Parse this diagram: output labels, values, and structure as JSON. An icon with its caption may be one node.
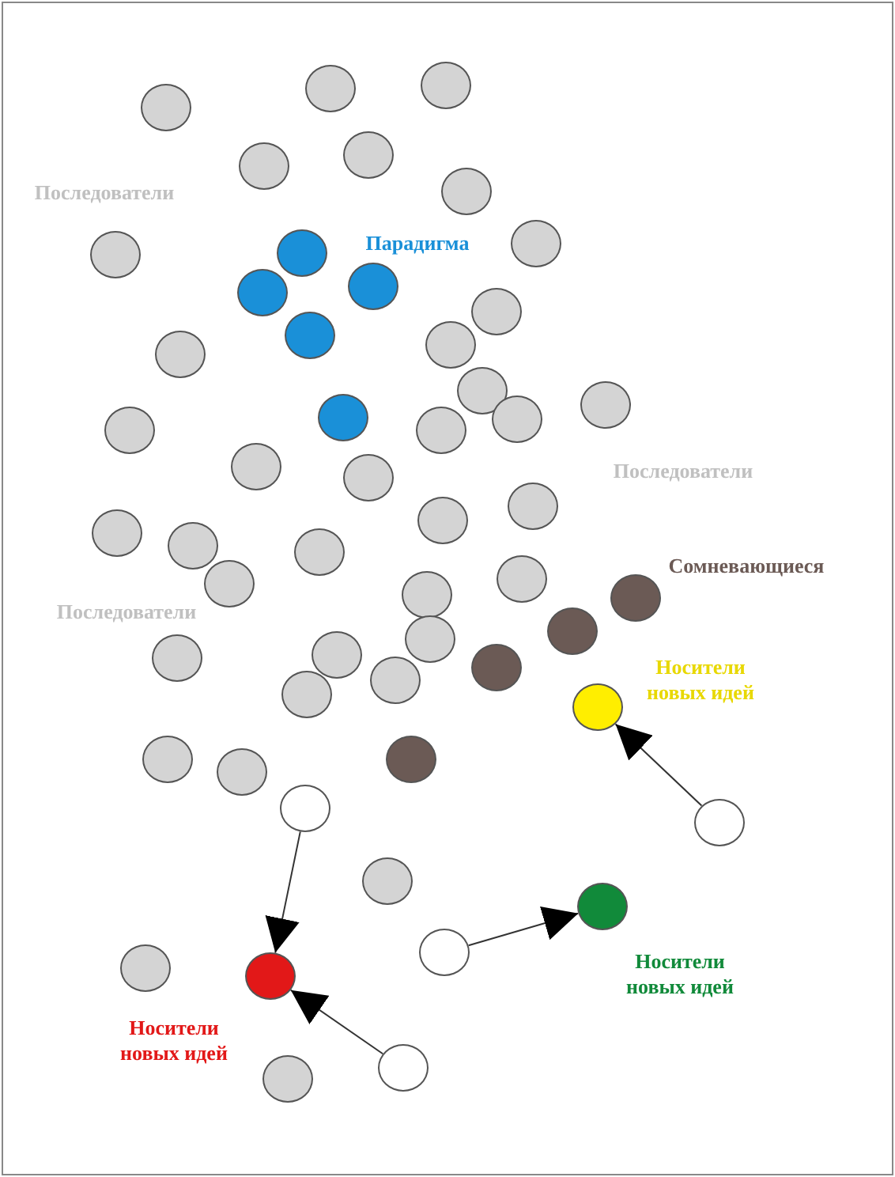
{
  "diagram": {
    "nodes": [
      {
        "text": [],
        "shape": "circle"
      },
      {
        "text": [],
        "shape": "circle"
      },
      {
        "text": [],
        "shape": "circle"
      },
      {
        "text": [],
        "shape": "circle"
      },
      {
        "text": [],
        "shape": "circle"
      },
      {
        "text": [],
        "shape": "circle"
      },
      {
        "text": [],
        "shape": "circle"
      },
      {
        "text": [],
        "shape": "circle"
      },
      {
        "text": [],
        "shape": "circle"
      },
      {
        "text": [],
        "shape": "circle"
      },
      {
        "text": [],
        "shape": "circle"
      },
      {
        "text": [],
        "shape": "circle"
      },
      {
        "text": [],
        "shape": "circle"
      },
      {
        "text": [],
        "shape": "circle"
      },
      {
        "text": [],
        "shape": "circle"
      },
      {
        "text": [],
        "shape": "circle"
      },
      {
        "text": [],
        "shape": "circle"
      },
      {
        "text": [],
        "shape": "circle"
      },
      {
        "text": [],
        "shape": "circle"
      },
      {
        "text": [],
        "shape": "circle"
      },
      {
        "text": [],
        "shape": "circle"
      },
      {
        "text": [],
        "shape": "circle"
      },
      {
        "text": [],
        "shape": "circle"
      },
      {
        "text": [],
        "shape": "circle"
      },
      {
        "text": [],
        "shape": "circle"
      },
      {
        "text": [],
        "shape": "circle"
      },
      {
        "text": [],
        "shape": "circle"
      },
      {
        "text": [],
        "shape": "circle"
      },
      {
        "text": [],
        "shape": "circle"
      },
      {
        "text": [],
        "shape": "circle"
      },
      {
        "text": [],
        "shape": "circle"
      },
      {
        "text": [],
        "shape": "circle"
      },
      {
        "text": [],
        "shape": "circle"
      },
      {
        "text": [],
        "shape": "circle"
      },
      {
        "text": [],
        "shape": "circle"
      },
      {
        "text": [],
        "shape": "circle"
      },
      {
        "text": [],
        "shape": "circle"
      },
      {
        "text": [],
        "shape": "circle"
      },
      {
        "text": [],
        "shape": "circle"
      },
      {
        "text": [],
        "shape": "circle",
        "beside": [
          "Носители новых идей"
        ]
      },
      {
        "text": [],
        "shape": "circle"
      },
      {
        "text": [],
        "shape": "circle"
      },
      {
        "text": [],
        "shape": "circle"
      },
      {
        "text": [],
        "shape": "circle"
      },
      {
        "text": [],
        "shape": "circle"
      },
      {
        "text": [],
        "shape": "circle"
      },
      {
        "text": [],
        "shape": "circle",
        "beside": [
          "Носители новых идей"
        ]
      },
      {
        "text": [],
        "shape": "circle"
      },
      {
        "text": [],
        "shape": "circle"
      },
      {
        "text": [],
        "shape": "circle",
        "beside": [
          "Носители новых идей"
        ]
      },
      {
        "text": [],
        "shape": "circle"
      },
      {
        "text": [],
        "shape": "circle"
      }
    ],
    "edges": [
      {
        "from": 43,
        "to": 49,
        "arrow": "to"
      },
      {
        "from": 50,
        "to": 49,
        "arrow": "to"
      },
      {
        "from": 47,
        "to": 46,
        "arrow": "to"
      },
      {
        "from": 44,
        "to": 39,
        "arrow": "to"
      }
    ],
    "labels": [
      "Последователи",
      "Парадигма",
      "Последователи",
      "Сомневающиеся",
      "Последователи"
    ]
  }
}
